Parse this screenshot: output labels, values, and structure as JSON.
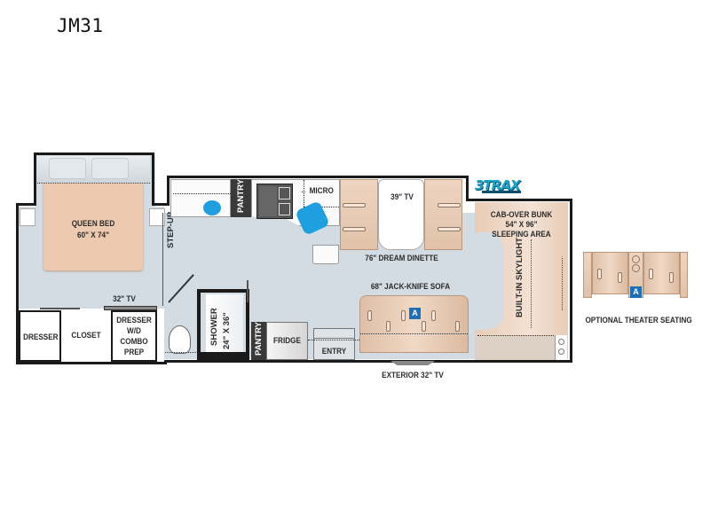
{
  "title": "JM31",
  "brand_logo": {
    "text": "3TRAX",
    "color": "#1aa3c9"
  },
  "colors": {
    "floor": "#d3dce3",
    "wall": "#1a1a1a",
    "furniture_tan": "#e8cbb5",
    "sink_blue": "#1e9fe0",
    "badge_blue": "#1d6fb8"
  },
  "rooms": {
    "bedroom": {
      "bed": {
        "name": "QUEEN BED",
        "size": "60\" X 74\""
      },
      "step_up": "STEP-UP",
      "tv": "32\" TV",
      "dresser_left": "DRESSER",
      "closet": "CLOSET",
      "dresser_combo": [
        "DRESSER",
        "W/D",
        "COMBO",
        "PREP"
      ]
    },
    "bath": {
      "shower": {
        "name": "SHOWER",
        "size": "24\" X 36\""
      }
    },
    "kitchen": {
      "pantry_top": "PANTRY",
      "micro": "MICRO",
      "pantry_bottom": "PANTRY",
      "fridge": "FRIDGE"
    },
    "living": {
      "dinette": "76\" DREAM DINETTE",
      "dinette_tv": "39\" TV",
      "sofa": "68\" JACK-KNIFE SOFA",
      "entry": "ENTRY",
      "exterior_tv": "EXTERIOR 32\" TV",
      "sofa_badge": "A"
    },
    "cab": {
      "bunk": [
        "CAB-OVER BUNK",
        "54\" X 96\"",
        "SLEEPING AREA"
      ],
      "skylight": "BUILT-IN SKYLIGHT"
    },
    "option": {
      "label": "OPTIONAL THEATER SEATING",
      "badge": "A"
    }
  }
}
